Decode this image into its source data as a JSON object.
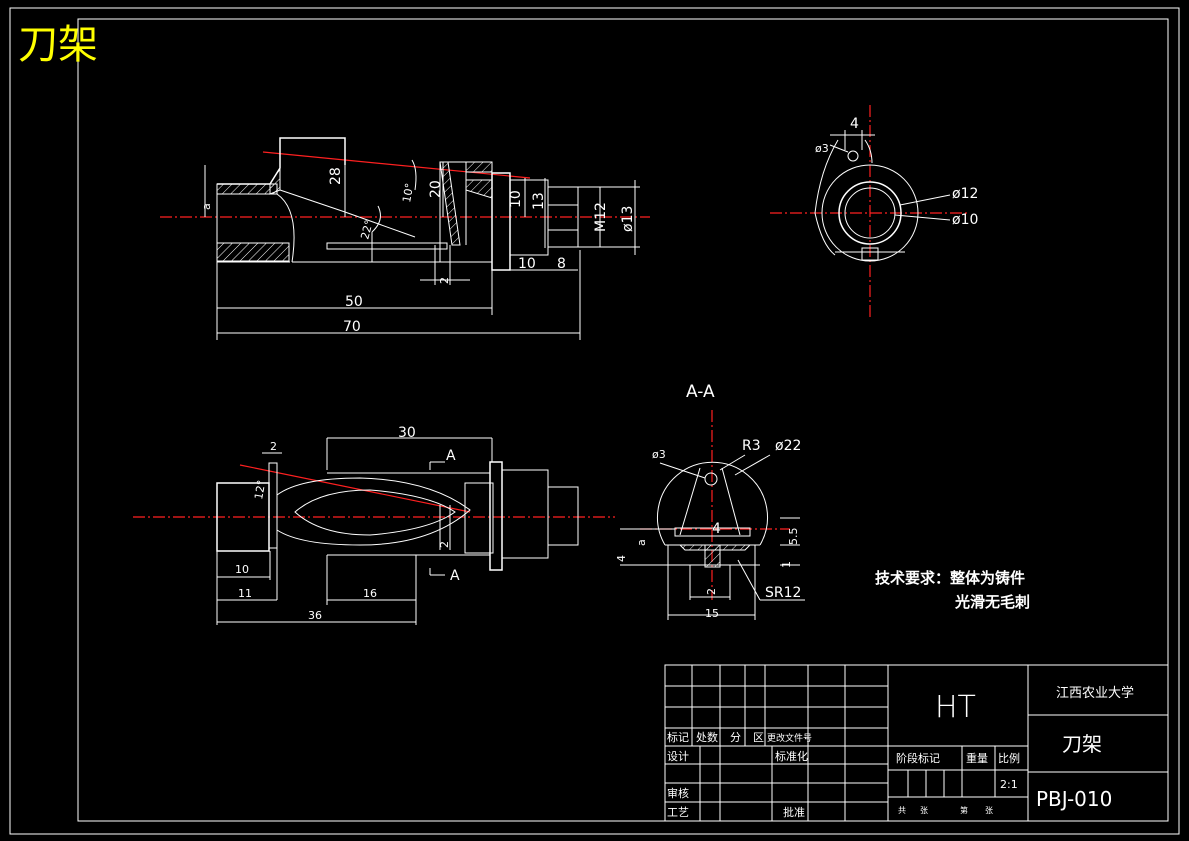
{
  "drawing": {
    "corner_title": "刀架",
    "section_label": "A-A",
    "section_mark_top": "A",
    "section_mark_bottom": "A",
    "requirements_line1": "技术要求：整体为铸件",
    "requirements_line2": "光滑无毛刺"
  },
  "dimensions": {
    "front": [
      "28",
      "20",
      "10°",
      "22°",
      "10",
      "13",
      "M12",
      "ø13",
      "2",
      "10",
      "8",
      "50",
      "70",
      "a"
    ],
    "side": [
      "4",
      "ø3",
      "ø12",
      "ø10"
    ],
    "plan": [
      "2",
      "12°",
      "30",
      "2",
      "10",
      "11",
      "16",
      "36"
    ],
    "section": [
      "ø3",
      "R3",
      "ø22",
      "4",
      "5.5",
      "1",
      "a",
      "4",
      "2",
      "15",
      "SR12"
    ]
  },
  "title_block": {
    "material": "HT",
    "school": "江西农业大学",
    "part_name": "刀架",
    "drawing_no": "PBJ-010",
    "scale": "2:1",
    "labels": {
      "mark": "标记",
      "count": "处数",
      "zone": "分",
      "zone2": "区",
      "change_doc": "更改文件号",
      "design": "设计",
      "standardize": "标准化",
      "review": "审核",
      "process": "工艺",
      "approve": "批准",
      "stage_mark": "阶段标记",
      "weight": "重量",
      "ratio": "比例",
      "sheets_total": "共",
      "sheets_zhang": "张",
      "sheet_no": "第",
      "sheet_zhang": "张"
    }
  }
}
